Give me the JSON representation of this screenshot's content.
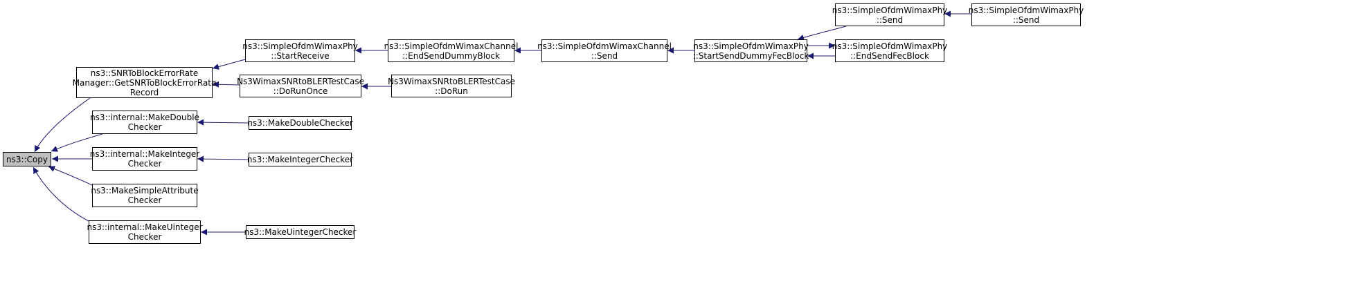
{
  "colors": {
    "edge": "#191970",
    "node_border": "#000000",
    "root_fill": "#bfbfbf",
    "node_fill": "#ffffff"
  },
  "nodes": {
    "copy": {
      "lines": [
        "ns3::Copy"
      ],
      "link": false
    },
    "snr_get": {
      "lines": [
        "ns3::SNRToBlockErrorRate",
        "Manager::GetSNRToBlockErrorRate",
        "Record"
      ],
      "link": true
    },
    "int_make_double": {
      "lines": [
        "ns3::internal::MakeDouble",
        "Checker"
      ],
      "link": true
    },
    "int_make_integer": {
      "lines": [
        "ns3::internal::MakeInteger",
        "Checker"
      ],
      "link": true
    },
    "make_simple_attr": {
      "lines": [
        "ns3::MakeSimpleAttribute",
        "Checker"
      ],
      "link": true
    },
    "int_make_uinteger": {
      "lines": [
        "ns3::internal::MakeUinteger",
        "Checker"
      ],
      "link": true
    },
    "phy_start_receive": {
      "lines": [
        "ns3::SimpleOfdmWimaxPhy",
        "::StartReceive"
      ],
      "link": true
    },
    "test_do_run_once": {
      "lines": [
        "Ns3WimaxSNRtoBLERTestCase",
        "::DoRunOnce"
      ],
      "link": true
    },
    "make_double_checker": {
      "lines": [
        "ns3::MakeDoubleChecker"
      ],
      "link": true
    },
    "make_integer_checker": {
      "lines": [
        "ns3::MakeIntegerChecker"
      ],
      "link": true
    },
    "make_uinteger_checker": {
      "lines": [
        "ns3::MakeUintegerChecker"
      ],
      "link": true
    },
    "chan_end_send_dummy": {
      "lines": [
        "ns3::SimpleOfdmWimaxChannel",
        "::EndSendDummyBlock"
      ],
      "link": true
    },
    "test_do_run": {
      "lines": [
        "Ns3WimaxSNRtoBLERTestCase",
        "::DoRun"
      ],
      "link": true
    },
    "chan_send": {
      "lines": [
        "ns3::SimpleOfdmWimaxChannel",
        "::Send"
      ],
      "link": true
    },
    "phy_start_send_dummy_fec": {
      "lines": [
        "ns3::SimpleOfdmWimaxPhy",
        "::StartSendDummyFecBlock"
      ],
      "link": true
    },
    "phy_send_1": {
      "lines": [
        "ns3::SimpleOfdmWimaxPhy",
        "::Send"
      ],
      "link": true
    },
    "phy_end_send_fec": {
      "lines": [
        "ns3::SimpleOfdmWimaxPhy",
        "::EndSendFecBlock"
      ],
      "link": true
    },
    "phy_send_2": {
      "lines": [
        "ns3::SimpleOfdmWimaxPhy",
        "::Send"
      ],
      "link": true
    }
  },
  "edges": [
    {
      "from": "snr_get",
      "to": "copy"
    },
    {
      "from": "int_make_double",
      "to": "copy"
    },
    {
      "from": "int_make_integer",
      "to": "copy"
    },
    {
      "from": "make_simple_attr",
      "to": "copy"
    },
    {
      "from": "int_make_uinteger",
      "to": "copy"
    },
    {
      "from": "phy_start_receive",
      "to": "snr_get"
    },
    {
      "from": "test_do_run_once",
      "to": "snr_get"
    },
    {
      "from": "make_double_checker",
      "to": "int_make_double"
    },
    {
      "from": "make_integer_checker",
      "to": "int_make_integer"
    },
    {
      "from": "make_uinteger_checker",
      "to": "int_make_uinteger"
    },
    {
      "from": "chan_end_send_dummy",
      "to": "phy_start_receive"
    },
    {
      "from": "test_do_run",
      "to": "test_do_run_once"
    },
    {
      "from": "chan_send",
      "to": "chan_end_send_dummy"
    },
    {
      "from": "phy_start_send_dummy_fec",
      "to": "chan_send"
    },
    {
      "from": "phy_send_1",
      "to": "phy_start_send_dummy_fec"
    },
    {
      "from": "phy_end_send_fec",
      "to": "phy_start_send_dummy_fec"
    },
    {
      "from": "phy_start_send_dummy_fec",
      "to": "phy_end_send_fec"
    },
    {
      "from": "phy_send_2",
      "to": "phy_send_1"
    }
  ]
}
